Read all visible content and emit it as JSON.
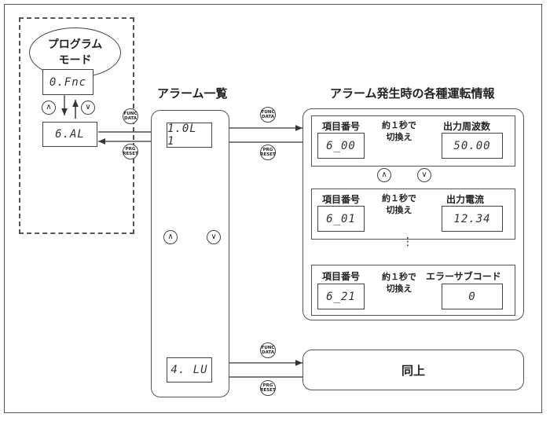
{
  "program_mode": {
    "label_line1": "プログラム",
    "label_line2": "モード",
    "lcd_top": "0.Fnc",
    "lcd_bottom": "6.AL"
  },
  "alarm_list": {
    "title": "アラーム一覧",
    "lcd_first": "1.0L 1",
    "lcd_last": "4. LU"
  },
  "running_info": {
    "title": "アラーム発生時の各種運転情報",
    "rows": [
      {
        "item_label": "項目番号",
        "switch_label_1": "約１秒で",
        "switch_label_2": "切換え",
        "value_label": "出力周波数",
        "item_code": "6_00",
        "value": "50.00"
      },
      {
        "item_label": "項目番号",
        "switch_label_1": "約１秒で",
        "switch_label_2": "切換え",
        "value_label": "出力電流",
        "item_code": "6_01",
        "value": "12.34"
      },
      {
        "item_label": "項目番号",
        "switch_label_1": "約１秒で",
        "switch_label_2": "切換え",
        "value_label": "エラーサブコード",
        "item_code": "6_21",
        "value": "0"
      }
    ],
    "ellipsis": "⋮"
  },
  "same_as_above": "同上",
  "keys": {
    "func_line1": "FUNC",
    "func_line2": "DATA",
    "prg_line1": "PRG",
    "prg_line2": "RESET",
    "up": "∧",
    "down": "∨"
  },
  "icons": [
    "up-key-icon",
    "down-key-icon",
    "func-data-key-icon",
    "prg-reset-key-icon"
  ]
}
